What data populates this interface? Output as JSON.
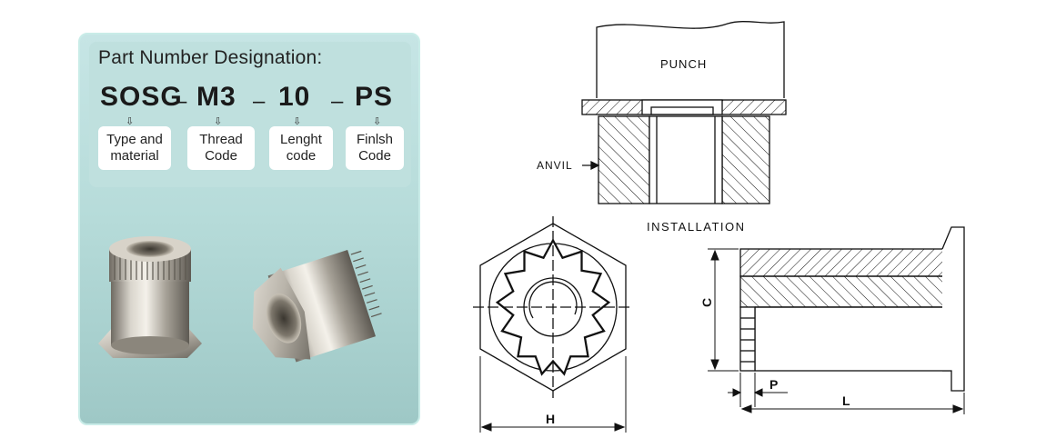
{
  "designation": {
    "title": "Part Number Designation:",
    "segments": [
      {
        "code": "SOSG",
        "line1": "Type and",
        "line2": "material"
      },
      {
        "code": "M3",
        "line1": "Thread",
        "line2": "Code"
      },
      {
        "code": "10",
        "line1": "Lenght",
        "line2": "code"
      },
      {
        "code": "PS",
        "line1": "Finlsh",
        "line2": "Code"
      }
    ],
    "separator": "–",
    "arrow": "⇩"
  },
  "drawing": {
    "punch_label": "PUNCH",
    "anvil_label": "ANVIL",
    "installation_label": "INSTALLATION",
    "dim_h": "H",
    "dim_c": "C",
    "dim_p": "P",
    "dim_l": "L"
  }
}
